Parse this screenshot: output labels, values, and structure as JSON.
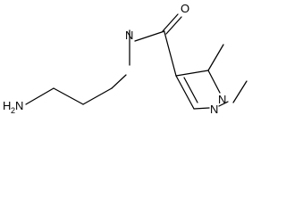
{
  "molecule": {
    "atoms": {
      "amine_n": "H",
      "amine_n_sub": "2",
      "amine_n_n": "N",
      "amide_n": "N",
      "carbonyl_o": "O",
      "ring_n2": "N",
      "ring_n1": "N"
    }
  }
}
